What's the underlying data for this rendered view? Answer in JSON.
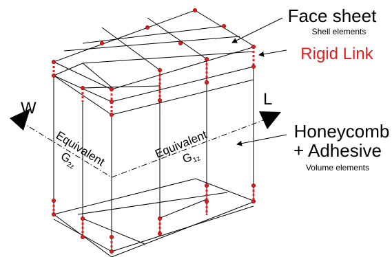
{
  "labels": {
    "face_sheet": {
      "title": "Face sheet",
      "subtitle": "Shell elements"
    },
    "rigid_link": {
      "title": "Rigid Link"
    },
    "honeycomb": {
      "line1": "Honeycomb",
      "line2": "+ Adhesive",
      "subtitle": "Volume elements"
    },
    "axis_w": "W",
    "axis_l": "L",
    "equivalent_left": {
      "word": "Equivalent",
      "symbol": "G",
      "subscript": "2z"
    },
    "equivalent_right": {
      "word": "Equivalent",
      "symbol": "G",
      "subscript": "1z"
    }
  },
  "colors": {
    "rigid_link": "#e02020",
    "node": "#d81e1e",
    "line": "#000000"
  }
}
